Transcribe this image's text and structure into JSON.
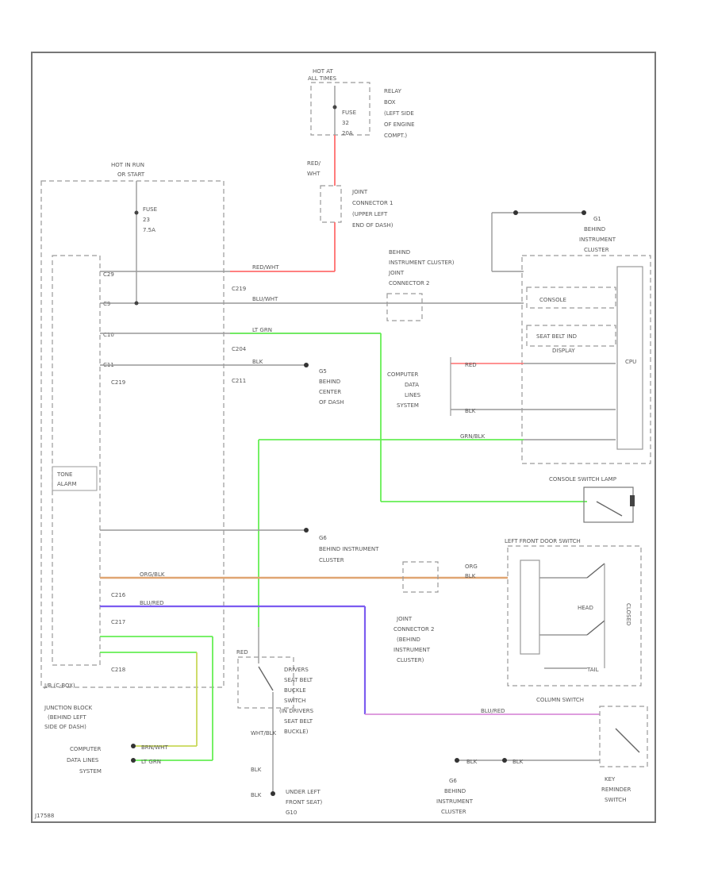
{
  "hot_labels": {
    "hot_at_all_times": [
      "HOT AT",
      "ALL TIMES"
    ],
    "hot_in_run": [
      "HOT IN RUN",
      "OR START"
    ]
  },
  "relay_box": [
    "RELAY",
    "BOX",
    "(LEFT SIDE",
    "OF ENGINE",
    "COMPT.)"
  ],
  "fuse_top": [
    "FUSE",
    "32",
    "20A"
  ],
  "fuse_left": [
    "FUSE",
    "23",
    "7.5A"
  ],
  "joint_connector_1": [
    "JOINT",
    "CONNECTOR 1",
    "(UPPER LEFT",
    "END OF DASH)"
  ],
  "red_wht_label": [
    "RED/",
    "WHT"
  ],
  "ground_g1": [
    "G1",
    "BEHIND",
    "INSTRUMENT",
    "CLUSTER"
  ],
  "behind_cluster_joint2": [
    "BEHIND",
    "INSTRUMENT CLUSTER)",
    "JOINT",
    "CONNECTOR 2"
  ],
  "ground_center_dash": [
    "G5",
    "BEHIND",
    "CENTER",
    "OF DASH"
  ],
  "computer_data_lines_right": [
    "COMPUTER",
    "DATA",
    "LINES",
    "SYSTEM"
  ],
  "seat_belt_indicators": [
    "CONSOLE",
    "SEAT BELT IND",
    "DISPLAY",
    "CPU"
  ],
  "courtesy_switch": "CONSOLE SWITCH LAMP",
  "tone_alarm": [
    "TONE",
    "ALARM"
  ],
  "ground_g6": [
    "G6",
    "BEHIND INSTRUMENT",
    "CLUSTER"
  ],
  "left_front_door_switch": "LEFT FRONT DOOR SWITCH",
  "door_switch_parts": [
    "HEAD",
    "TAIL",
    "CLOSED"
  ],
  "door_wire_label": [
    "ORG",
    "BLK"
  ],
  "joint_connector_2_lower": [
    "JOINT",
    "CONNECTOR 2",
    "(BEHIND",
    "INSTRUMENT",
    "CLUSTER)"
  ],
  "junction_block": "J/B (C-BOX)",
  "junction_block_desc": [
    "JUNCTION BLOCK",
    "(BEHIND LEFT",
    "SIDE OF DASH)"
  ],
  "connector_ids": [
    "C29",
    "C9",
    "C10",
    "C11",
    "C219",
    "C216",
    "C217",
    "C218",
    "C219",
    "C204",
    "C211"
  ],
  "wire_labels": {
    "red_wht": "RED/WHT",
    "blu_wht": "BLU/WHT",
    "lt_grn": "LT GRN",
    "blk": "BLK",
    "grn_blk": "GRN/BLK",
    "org_blk": "ORG/BLK",
    "blu_red": "BLU/RED",
    "brn_wht": "BRN/WHT",
    "red": "RED",
    "blk_r": "BLK",
    "red_top_right": "RED"
  },
  "drivers_belt_switch": [
    "DRIVERS",
    "SEAT BELT",
    "BUCKLE",
    "SWITCH",
    "(IN DRIVERS",
    "SEAT BELT",
    "BUCKLE)"
  ],
  "computer_data_lines_left": [
    "COMPUTER",
    "DATA LINES",
    "SYSTEM"
  ],
  "bottom_left_wires": [
    "BRN/WHT",
    "LT GRN"
  ],
  "under_seat_ground": [
    "UNDER LEFT",
    "FRONT SEAT)",
    "G10"
  ],
  "blk_labels": [
    "BLK",
    "BLK"
  ],
  "red_label_belt": "RED",
  "wht_blk_label": "WHT/BLK",
  "key_reminder": [
    "KEY",
    "REMINDER",
    "SWITCH"
  ],
  "column_switch": "COLUMN SWITCH",
  "bottom_ground_labels": [
    "G6",
    "BEHIND",
    "INSTRUMENT",
    "CLUSTER"
  ],
  "bottom_wire_labels": [
    "BLK",
    "BLK"
  ],
  "figure_id": "J17588",
  "colors": {
    "red": "#ff6e6e",
    "green": "#66ee55",
    "orange": "#e0a572",
    "blue": "#7b5cf0",
    "pink": "#d98fd9",
    "yellow_green": "#c8d85a",
    "gray": "#999999"
  }
}
